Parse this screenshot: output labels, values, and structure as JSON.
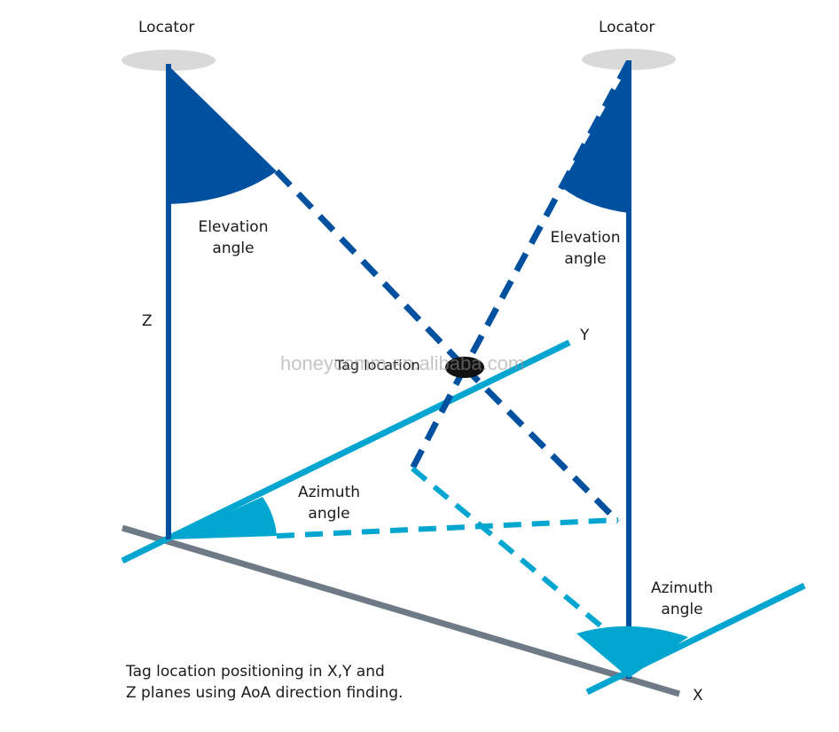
{
  "labels": {
    "locator_left": "Locator",
    "locator_right": "Locator",
    "elevation_left": [
      "Elevation",
      "angle"
    ],
    "elevation_right": [
      "Elevation",
      "angle"
    ],
    "azimuth_left": [
      "Azimuth",
      "angle"
    ],
    "azimuth_right": [
      "Azimuth",
      "angle"
    ],
    "axis_z": "Z",
    "axis_y": "Y",
    "axis_x": "X",
    "tag_location": "Tag location",
    "caption": [
      "Tag location positioning in X,Y and",
      "Z planes using AoA direction finding."
    ]
  },
  "watermark": "honeycomm.en.alibaba.com",
  "colors": {
    "dark_blue": "#0050a0",
    "light_blue": "#00a5d0",
    "gray_axis": "#6e7b86",
    "locator_disc": "#d9d9d9",
    "tag": "#111111"
  }
}
